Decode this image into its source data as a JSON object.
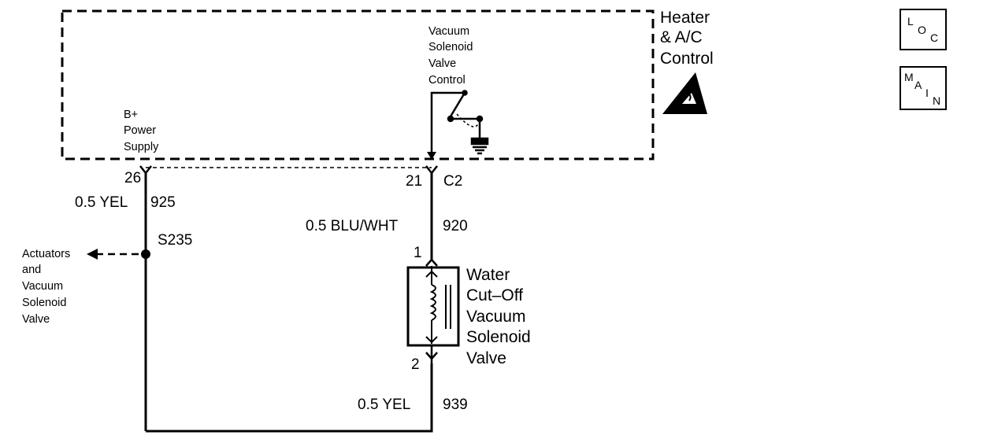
{
  "module": {
    "title_lines": [
      "Heater",
      "& A/C",
      "Control"
    ],
    "power_label_lines": [
      "B+",
      "Power",
      "Supply"
    ],
    "vacuum_control_lines": [
      "Vacuum",
      "Solenoid",
      "Valve",
      "Control"
    ]
  },
  "pins": {
    "b_plus": "26",
    "vacuum_control": "21",
    "connector": "C2",
    "solenoid_in": "1",
    "solenoid_out": "2"
  },
  "wires": {
    "supply": {
      "gauge_color": "0.5 YEL",
      "circuit": "925"
    },
    "control": {
      "gauge_color": "0.5 BLU/WHT",
      "circuit": "920"
    },
    "return": {
      "gauge_color": "0.5 YEL",
      "circuit": "939"
    }
  },
  "splice": {
    "name": "S235",
    "destination_lines": [
      "Actuators",
      "and",
      "Vacuum",
      "Solenoid",
      "Valve"
    ]
  },
  "component": {
    "name_lines": [
      "Water",
      "Cut–Off",
      "Vacuum",
      "Solenoid",
      "Valve"
    ]
  },
  "badges": {
    "loc": [
      "L",
      "O",
      "C"
    ],
    "main": [
      "M",
      "A",
      "I",
      "N"
    ]
  }
}
